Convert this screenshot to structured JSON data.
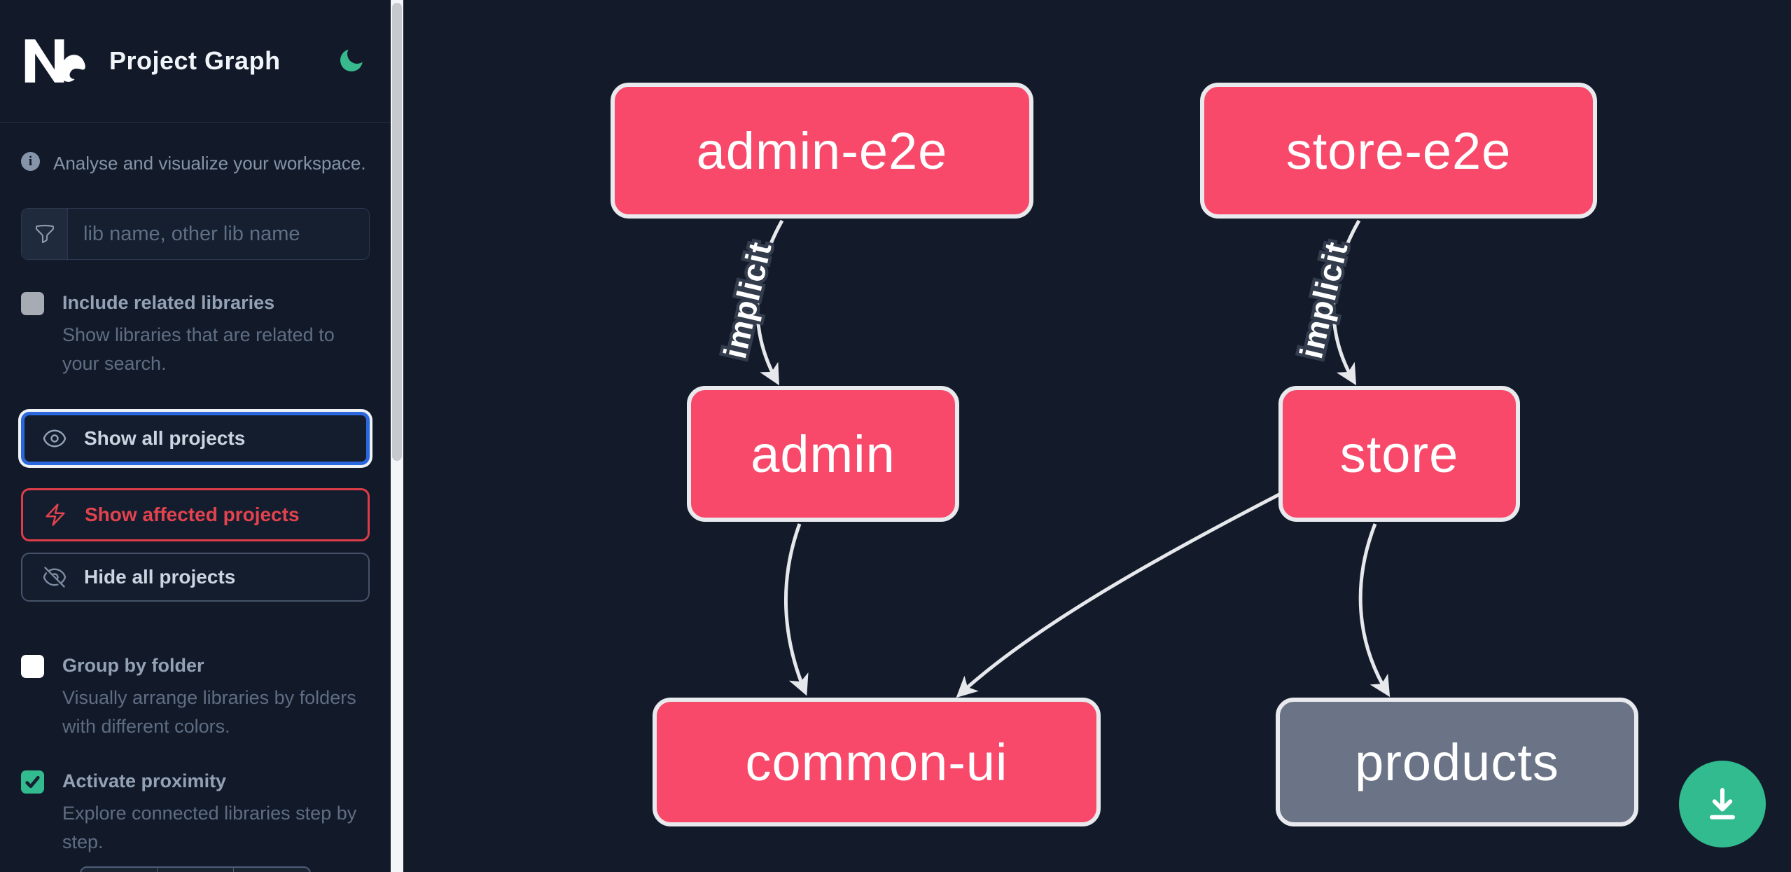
{
  "app": {
    "brand": "Nx",
    "title": "Project Graph"
  },
  "sidebar": {
    "tagline": "Analyse and visualize your workspace.",
    "search": {
      "placeholder": "lib name, other lib name",
      "icon": "funnel-icon"
    },
    "options": [
      {
        "label": "Include related libraries",
        "description": "Show libraries that are related to your search.",
        "checked": false
      },
      {
        "label": "Group by folder",
        "description": "Visually arrange libraries by folders with different colors.",
        "checked": false
      },
      {
        "label": "Activate proximity",
        "description": "Explore connected libraries step by step.",
        "checked": true
      }
    ],
    "actions": [
      {
        "label": "Show all projects",
        "icon": "eye-icon",
        "state": "focused"
      },
      {
        "label": "Show affected projects",
        "icon": "bolt-icon",
        "state": "affected"
      },
      {
        "label": "Hide all projects",
        "icon": "eye-slash-icon",
        "state": "default"
      }
    ]
  },
  "graph": {
    "nodes": [
      {
        "id": "admin-e2e",
        "label": "admin-e2e",
        "kind": "affected"
      },
      {
        "id": "store-e2e",
        "label": "store-e2e",
        "kind": "affected"
      },
      {
        "id": "admin",
        "label": "admin",
        "kind": "affected"
      },
      {
        "id": "store",
        "label": "store",
        "kind": "affected"
      },
      {
        "id": "common-ui",
        "label": "common-ui",
        "kind": "affected"
      },
      {
        "id": "products",
        "label": "products",
        "kind": "plain"
      }
    ],
    "edges": [
      {
        "from": "admin-e2e",
        "to": "admin",
        "label": "implicit"
      },
      {
        "from": "store-e2e",
        "to": "store",
        "label": "implicit"
      },
      {
        "from": "admin",
        "to": "common-ui",
        "label": ""
      },
      {
        "from": "store",
        "to": "common-ui",
        "label": ""
      },
      {
        "from": "store",
        "to": "products",
        "label": ""
      }
    ]
  },
  "fab": {
    "icon": "download-icon"
  },
  "colors": {
    "canvas_bg": "#131b2b",
    "sidebar_bg": "#121a29",
    "node_affected": "#f8496a",
    "node_plain": "#6a7486",
    "node_border": "#e8eaee",
    "edge": "#e6e8eb",
    "accent_green": "#31bb8e",
    "focus_blue": "#2c68dd",
    "affected_red": "#e2434e",
    "scrollbar_thumb": "#c6c9ce",
    "scrollbar_track": "#f4f5f6"
  }
}
